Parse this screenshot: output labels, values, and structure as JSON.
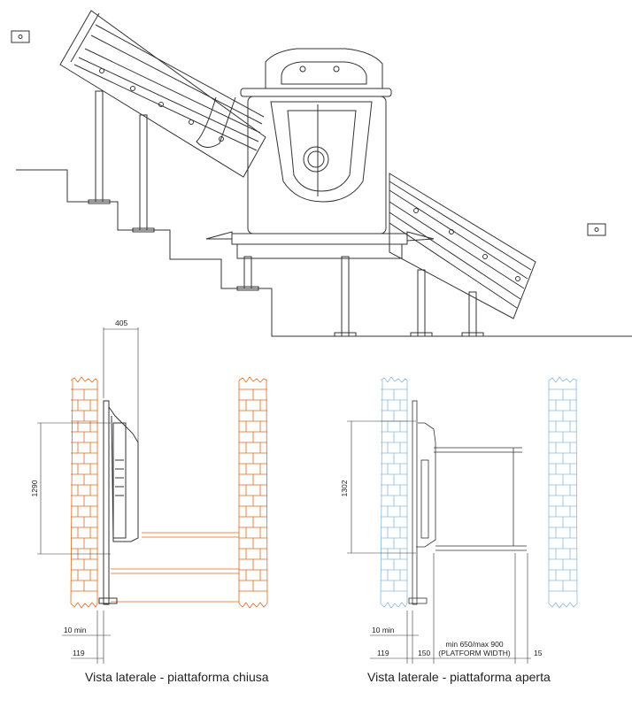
{
  "labels": {
    "dim_top_width": "405",
    "dim_height_closed": "1290",
    "dim_height_open": "1302",
    "dim_min_gap_left": "10 min",
    "dim_min_gap_right": "10 min",
    "dim_offset_left": "119",
    "dim_offset_right": "119",
    "dim_150": "150",
    "dim_platform_line1": "min 650/max 900",
    "dim_platform_line2": "(PLATFORM WIDTH)",
    "dim_15": "15"
  },
  "captions": {
    "closed": "Vista laterale - piattaforma chiusa",
    "open": "Vista laterale - piattaforma aperta"
  },
  "colors": {
    "line": "#333333",
    "brick_closed": "#e0691f",
    "brick_open": "#8ab8de"
  }
}
